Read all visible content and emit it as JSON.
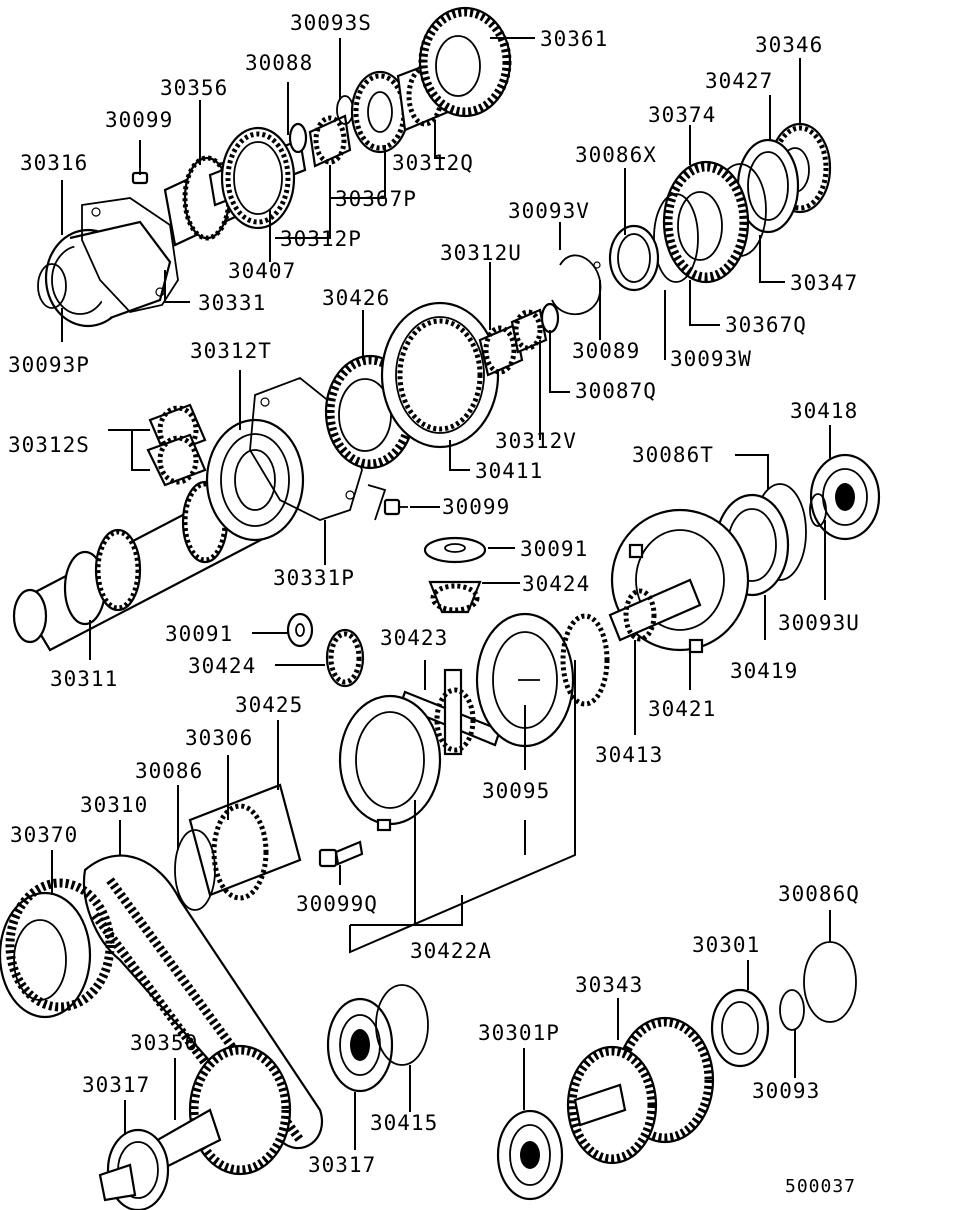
{
  "diagram": {
    "reference": "500037",
    "labels": {
      "l30093S": "30093S",
      "l30361": "30361",
      "l30346": "30346",
      "l30088": "30088",
      "l30356": "30356",
      "l30427": "30427",
      "l30099a": "30099",
      "l30374": "30374",
      "l30312Q": "30312Q",
      "l30316": "30316",
      "l30086X": "30086X",
      "l30367P": "30367P",
      "l30093V": "30093V",
      "l30312P": "30312P",
      "l30312U": "30312U",
      "l30407": "30407",
      "l30347": "30347",
      "l30331": "30331",
      "l30426": "30426",
      "l30367Q": "30367Q",
      "l30093P": "30093P",
      "l30089": "30089",
      "l30312T": "30312T",
      "l30093W": "30093W",
      "l30087Q": "30087Q",
      "l30418": "30418",
      "l30312S": "30312S",
      "l30312V": "30312V",
      "l30086T": "30086T",
      "l30411": "30411",
      "l30099b": "30099",
      "l30091a": "30091",
      "l30331P": "30331P",
      "l30424a": "30424",
      "l30091b": "30091",
      "l30423": "30423",
      "l30093U": "30093U",
      "l30424b": "30424",
      "l30419": "30419",
      "l30311": "30311",
      "l30421": "30421",
      "l30425": "30425",
      "l30306": "30306",
      "l30413": "30413",
      "l30086": "30086",
      "l30095": "30095",
      "l30310": "30310",
      "l30370": "30370",
      "l30099Q": "30099Q",
      "l30086Q": "30086Q",
      "l30422A": "30422A",
      "l30301": "30301",
      "l30343": "30343",
      "l30301P": "30301P",
      "l30350": "30350",
      "l30093": "30093",
      "l30317a": "30317",
      "l30415": "30415",
      "l30317b": "30317"
    }
  }
}
